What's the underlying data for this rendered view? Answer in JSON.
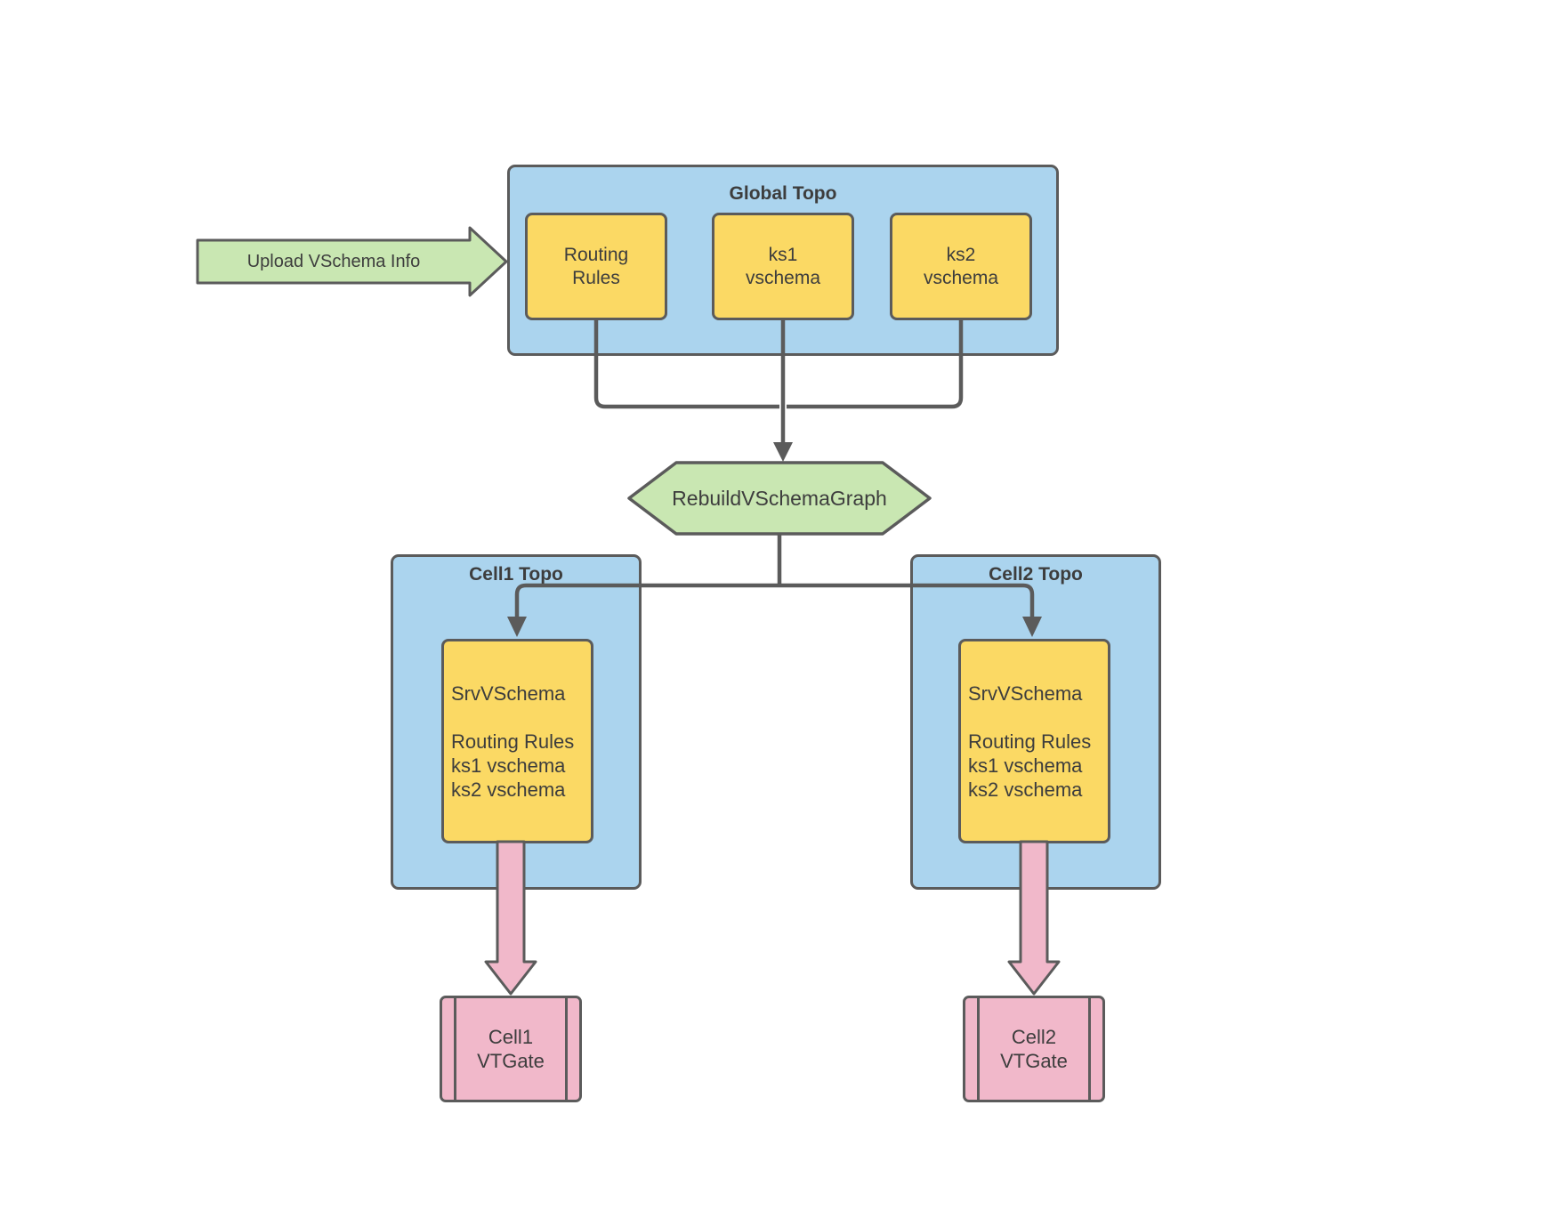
{
  "upload_arrow": {
    "label": "Upload VSchema Info"
  },
  "rebuild_node": {
    "label": "RebuildVSchemaGraph"
  },
  "global_topo": {
    "title": "Global Topo",
    "routing_rules": "Routing\nRules",
    "ks1": "ks1\nvschema",
    "ks2": "ks2\nvschema"
  },
  "cell1": {
    "title": "Cell1 Topo",
    "srv_vschema": "SrvVSchema\n\nRouting Rules\nks1 vschema\nks2 vschema",
    "vtgate": "Cell1\nVTGate"
  },
  "cell2": {
    "title": "Cell2 Topo",
    "srv_vschema": "SrvVSchema\n\nRouting Rules\nks1 vschema\nks2 vschema",
    "vtgate": "Cell2\nVTGate"
  },
  "colors": {
    "blue": "#abd4ee",
    "yellow": "#fbd964",
    "green": "#c9e7b2",
    "pink": "#f1b8ca",
    "stroke": "#5b5b5b",
    "text": "#3d3d3d",
    "canvas_bg": "#ffffff"
  }
}
